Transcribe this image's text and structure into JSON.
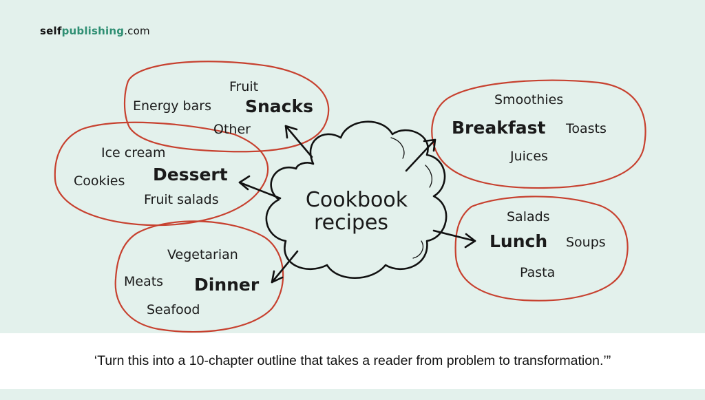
{
  "brand": {
    "part1": "self",
    "part2": "publishing",
    "part3": ".com"
  },
  "center": {
    "line1": "Cookbook",
    "line2": "recipes"
  },
  "clusters": {
    "snacks": {
      "main": "Snacks",
      "items": [
        "Fruit",
        "Energy bars",
        "Other"
      ]
    },
    "dessert": {
      "main": "Dessert",
      "items": [
        "Ice cream",
        "Cookies",
        "Fruit salads"
      ]
    },
    "dinner": {
      "main": "Dinner",
      "items": [
        "Vegetarian",
        "Meats",
        "Seafood"
      ]
    },
    "breakfast": {
      "main": "Breakfast",
      "items": [
        "Smoothies",
        "Toasts",
        "Juices"
      ]
    },
    "lunch": {
      "main": "Lunch",
      "items": [
        "Salads",
        "Soups",
        "Pasta"
      ]
    }
  },
  "caption": "‘Turn this into a 10-chapter outline that takes a reader from problem to transformation.’”"
}
